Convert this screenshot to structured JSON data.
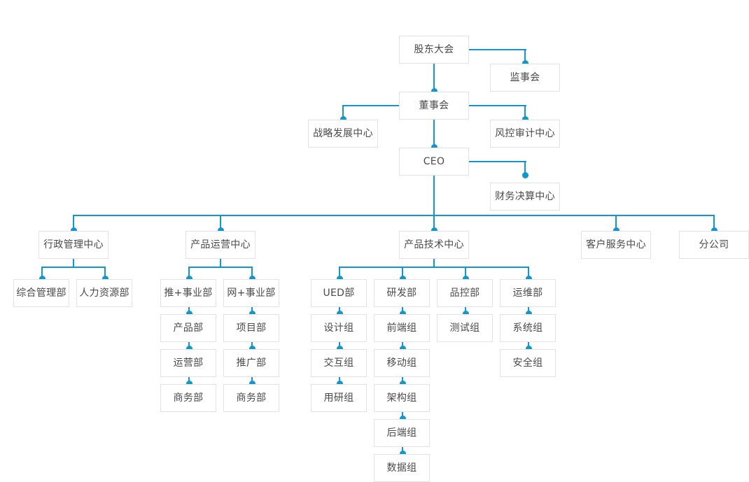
{
  "chart_title": "",
  "theme": {
    "connector_color": "#1296cf",
    "node_border": "#e3e3e3",
    "node_background": "#ffffff",
    "text_color": "#4a4a4a"
  },
  "nodes": {
    "shareholders_meeting": "股东大会",
    "board_of_supervisors": "监事会",
    "board_of_directors": "董事会",
    "strategy_development_center": "战略发展中心",
    "risk_audit_center": "风控审计中心",
    "ceo": "CEO",
    "finance_settlement_center": "财务决算中心",
    "admin_management_center": "行政管理中心",
    "general_management_dept": "综合管理部",
    "human_resources_dept": "人力资源部",
    "product_operation_center": "产品运营中心",
    "tui_business_unit": "推+事业部",
    "product_dept": "产品部",
    "operation_dept": "运营部",
    "business_dept_a": "商务部",
    "wang_business_unit": "网+事业部",
    "project_dept": "项目部",
    "promotion_dept": "推广部",
    "business_dept_b": "商务部",
    "product_technology_center": "产品技术中心",
    "ued_dept": "UED部",
    "design_group": "设计组",
    "interaction_group": "交互组",
    "user_research_group": "用研组",
    "rnd_dept": "研发部",
    "frontend_group": "前端组",
    "mobile_group": "移动组",
    "architecture_group": "架构组",
    "backend_group": "后端组",
    "data_group": "数据组",
    "quality_control_dept": "品控部",
    "test_group": "测试组",
    "operations_maintenance_dept": "运维部",
    "system_group": "系统组",
    "security_group": "安全组",
    "customer_service_center": "客户服务中心",
    "branch_company": "分公司"
  },
  "chart_data": {
    "type": "diagram",
    "subtype": "organization-chart",
    "levels": [
      {
        "level": 1,
        "items": [
          "股东大会"
        ]
      },
      {
        "level": 2,
        "items": [
          "董事会"
        ],
        "staff": [
          "监事会"
        ]
      },
      {
        "level": 3,
        "items": [
          "CEO"
        ],
        "staff": [
          "战略发展中心",
          "风控审计中心",
          "财务决算中心"
        ]
      },
      {
        "level": 4,
        "items": [
          "行政管理中心",
          "产品运营中心",
          "产品技术中心",
          "客户服务中心",
          "分公司"
        ]
      }
    ],
    "edges": [
      {
        "from": "股东大会",
        "to": "监事会"
      },
      {
        "from": "股东大会",
        "to": "董事会"
      },
      {
        "from": "董事会",
        "to": "战略发展中心"
      },
      {
        "from": "董事会",
        "to": "风控审计中心"
      },
      {
        "from": "董事会",
        "to": "CEO"
      },
      {
        "from": "CEO",
        "to": "财务决算中心"
      },
      {
        "from": "CEO",
        "to": "行政管理中心"
      },
      {
        "from": "CEO",
        "to": "产品运营中心"
      },
      {
        "from": "CEO",
        "to": "产品技术中心"
      },
      {
        "from": "CEO",
        "to": "客户服务中心"
      },
      {
        "from": "CEO",
        "to": "分公司"
      },
      {
        "from": "行政管理中心",
        "to": "综合管理部"
      },
      {
        "from": "行政管理中心",
        "to": "人力资源部"
      },
      {
        "from": "产品运营中心",
        "to": "推+事业部"
      },
      {
        "from": "产品运营中心",
        "to": "网+事业部"
      },
      {
        "from": "推+事业部",
        "to": "产品部"
      },
      {
        "from": "产品部",
        "to": "运营部"
      },
      {
        "from": "运营部",
        "to": "商务部"
      },
      {
        "from": "网+事业部",
        "to": "项目部"
      },
      {
        "from": "项目部",
        "to": "推广部"
      },
      {
        "from": "推广部",
        "to": "商务部"
      },
      {
        "from": "产品技术中心",
        "to": "UED部"
      },
      {
        "from": "产品技术中心",
        "to": "研发部"
      },
      {
        "from": "产品技术中心",
        "to": "品控部"
      },
      {
        "from": "产品技术中心",
        "to": "运维部"
      },
      {
        "from": "UED部",
        "to": "设计组"
      },
      {
        "from": "设计组",
        "to": "交互组"
      },
      {
        "from": "交互组",
        "to": "用研组"
      },
      {
        "from": "研发部",
        "to": "前端组"
      },
      {
        "from": "前端组",
        "to": "移动组"
      },
      {
        "from": "移动组",
        "to": "架构组"
      },
      {
        "from": "架构组",
        "to": "后端组"
      },
      {
        "from": "后端组",
        "to": "数据组"
      },
      {
        "from": "品控部",
        "to": "测试组"
      },
      {
        "from": "运维部",
        "to": "系统组"
      },
      {
        "from": "系统组",
        "to": "安全组"
      }
    ]
  }
}
